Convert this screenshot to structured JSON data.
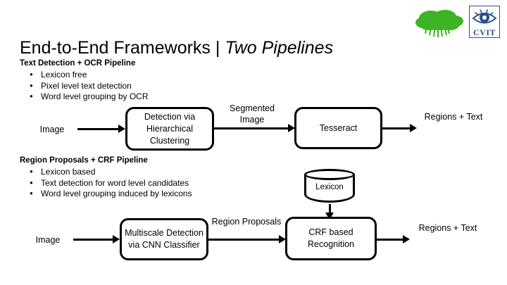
{
  "slide": {
    "title_main": "End-to-End Frameworks | ",
    "title_italic": "Two Pipelines"
  },
  "logos": {
    "tree": "tree-logo",
    "institute_mark": "cvit-eye-icon",
    "institute_name": "CVIT"
  },
  "pipeline1": {
    "heading": "Text Detection + OCR Pipeline",
    "bullets": [
      "Lexicon free",
      "Pixel level text detection",
      "Word level grouping by OCR"
    ],
    "input_label": "Image",
    "box1": "Detection via Hierarchical Clustering",
    "edge1_label": "Segmented Image",
    "box2": "Tesseract",
    "output_label": "Regions + Text"
  },
  "pipeline2": {
    "heading": "Region Proposals + CRF Pipeline",
    "bullets": [
      "Lexicon based",
      "Text detection for word level candidates",
      "Word level grouping induced by lexicons"
    ],
    "input_label": "Image",
    "box1": "Multiscale Detection via CNN Classifier",
    "edge1_label": "Region Proposals",
    "box2": "CRF based Recognition",
    "datastore_label": "Lexicon",
    "output_label": "Regions + Text"
  },
  "colors": {
    "background": "#ffffff",
    "ink": "#000000",
    "tree_green": "#3cb424",
    "cvit_blue": "#2a4f8f"
  }
}
